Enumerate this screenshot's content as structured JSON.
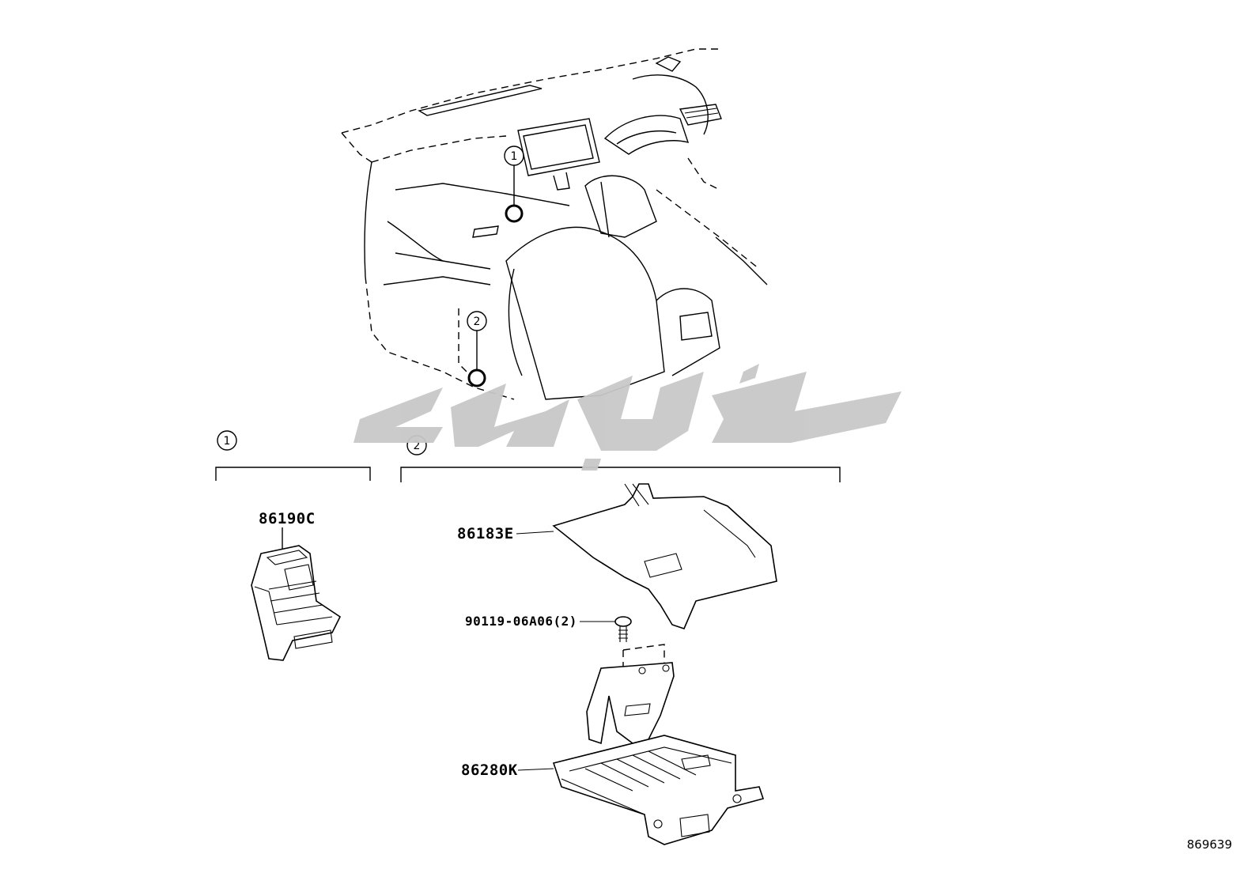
{
  "callouts": {
    "area1": "1",
    "area2": "2"
  },
  "groups": [
    {
      "id": "1",
      "label": "1"
    },
    {
      "id": "2",
      "label": "2"
    }
  ],
  "parts": {
    "part_86190C": "86190C",
    "part_86183E": "86183E",
    "part_90119": "90119-06A06(2)",
    "part_86280K": "86280K"
  },
  "watermark_logo_text": "لوپاک",
  "illustration_number": "869639",
  "colors": {
    "line": "#000000",
    "watermark": "#c8c8c8",
    "background": "#ffffff"
  }
}
